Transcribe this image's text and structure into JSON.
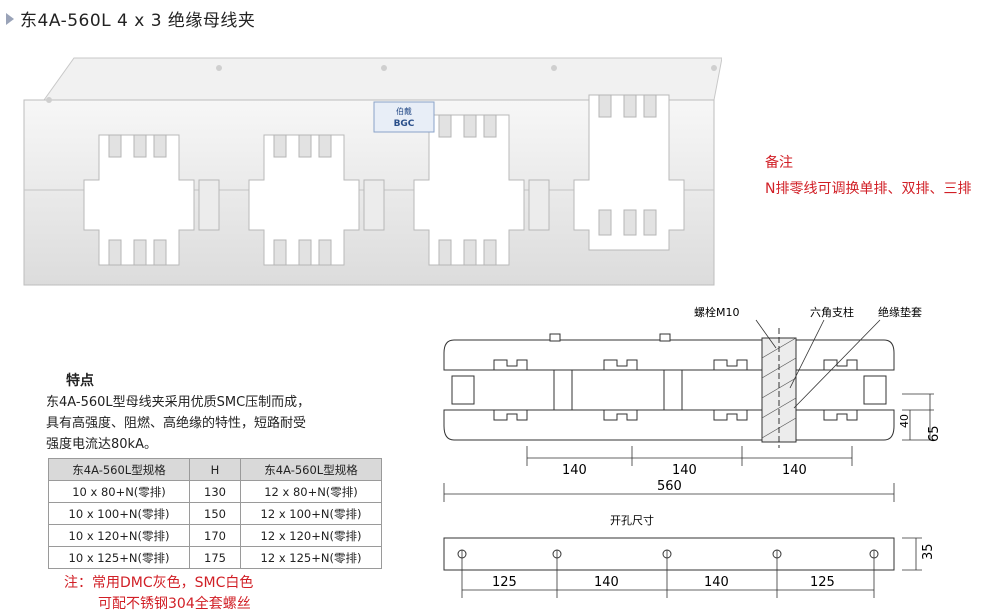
{
  "header": {
    "title": "东4A-560L 4 x 3 绝缘母线夹"
  },
  "photo": {
    "label_line1": "伯戴",
    "label_line2": "BGC"
  },
  "note": {
    "heading": "备注",
    "text": "N排零线可调换单排、双排、三排"
  },
  "features": {
    "heading": "特点",
    "desc_line1": "东4A-560L型母线夹采用优质SMC压制而成，",
    "desc_line2": "具有高强度、阻燃、高绝缘的特性，短路耐受",
    "desc_line3": "强度电流达80kA。"
  },
  "spec_table": {
    "headers": [
      "东4A-560L型规格",
      "H",
      "东4A-560L型规格"
    ],
    "rows": [
      [
        "10 x 80+N(零排)",
        "130",
        "12 x 80+N(零排)"
      ],
      [
        "10 x 100+N(零排)",
        "150",
        "12 x 100+N(零排)"
      ],
      [
        "10 x 120+N(零排)",
        "170",
        "12 x 120+N(零排)"
      ],
      [
        "10 x 125+N(零排)",
        "175",
        "12 x 125+N(零排)"
      ]
    ]
  },
  "warning": {
    "line1": "注：常用DMC灰色，SMC白色",
    "line2": "可配不锈钢304全套螺丝"
  },
  "drawing": {
    "label_bolt": "螺栓M10",
    "label_hex": "六角支柱",
    "label_sleeve": "绝缘垫套",
    "dim_140_a": "140",
    "dim_140_b": "140",
    "dim_140_c": "140",
    "dim_560": "560",
    "dim_40": "40",
    "dim_65": "65",
    "hole_title": "开孔尺寸",
    "dim_125_a": "125",
    "dim_140_d": "140",
    "dim_140_e": "140",
    "dim_125_b": "125",
    "dim_35": "35"
  },
  "colors": {
    "accent_red": "#d11f26",
    "product_white": "#ebebeb",
    "table_header": "#d9d9d9"
  }
}
